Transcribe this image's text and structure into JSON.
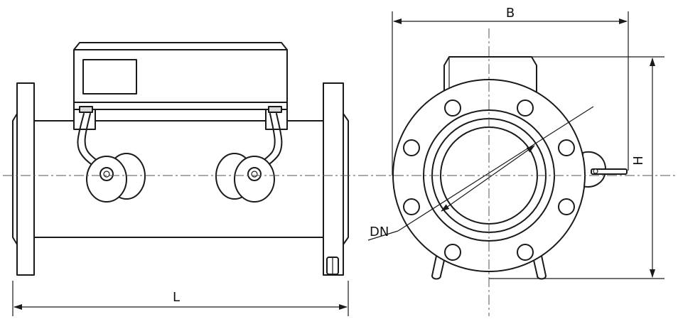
{
  "labels": {
    "length": "L",
    "width": "B",
    "height": "H",
    "nominal_diameter": "DN"
  },
  "colors": {
    "line": "#1a1a1a",
    "centerline": "#555555",
    "background": "#ffffff"
  }
}
